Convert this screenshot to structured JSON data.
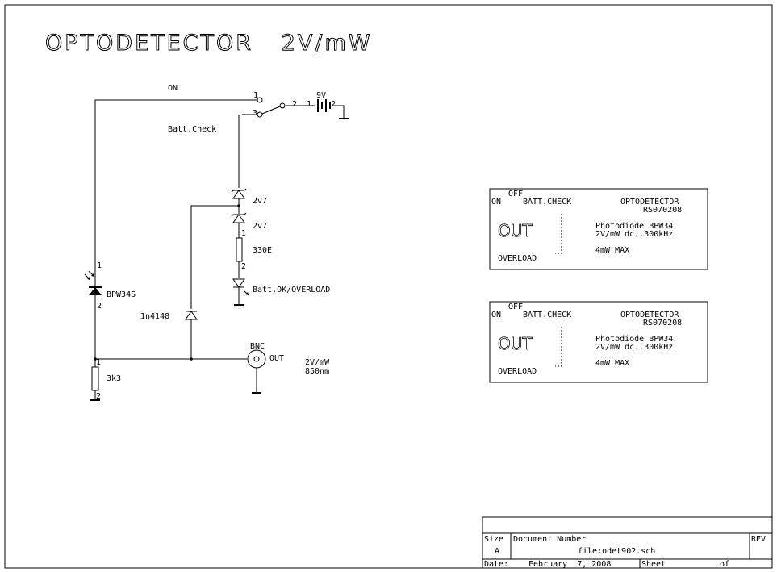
{
  "title": "OPTODETECTOR   2V/mW",
  "switch": {
    "on_label": "ON",
    "check_label": "Batt.Check",
    "pin1": "1",
    "pin2": "2",
    "pin3": "3"
  },
  "battery": {
    "value": "9V",
    "pin1": "1",
    "pin2": "2"
  },
  "zener1": {
    "value": "2v7"
  },
  "zener2": {
    "value": "2v7"
  },
  "resistor_330": {
    "value": "330E",
    "pin1": "1",
    "pin2": "2"
  },
  "led": {
    "value": "Batt.OK/OVERLOAD"
  },
  "photodiode": {
    "value": "BPW34S",
    "pin1": "1",
    "pin2": "2"
  },
  "diode": {
    "value": "1n4148"
  },
  "resistor_3k3": {
    "value": "3k3",
    "pin1": "1",
    "pin2": "2"
  },
  "bnc": {
    "label": "BNC",
    "out": "OUT",
    "spec1": "2V/mW",
    "spec2": "850nm"
  },
  "panels": [
    {
      "off": "OFF",
      "on": "ON",
      "batt_check": "BATT.CHECK",
      "name": "OPTODETECTOR",
      "code": "RS070208",
      "out": "OUT",
      "desc1": "Photodiode BPW34",
      "desc2": "2V/mW  dc..300kHz",
      "max": "4mW MAX",
      "overload": "OVERLOAD"
    },
    {
      "off": "OFF",
      "on": "ON",
      "batt_check": "BATT.CHECK",
      "name": "OPTODETECTOR",
      "code": "RS070208",
      "out": "OUT",
      "desc1": "Photodiode BPW34",
      "desc2": "2V/mW  dc..300kHz",
      "max": "4mW MAX",
      "overload": "OVERLOAD"
    }
  ],
  "titleblock": {
    "size_label": "Size",
    "size_value": "A",
    "docnum_label": "Document Number",
    "docnum_value": "file:odet902.sch",
    "rev_label": "REV",
    "date_label": "Date:",
    "date_value": "February  7, 2008",
    "sheet_label": "Sheet",
    "of_label": "of"
  }
}
